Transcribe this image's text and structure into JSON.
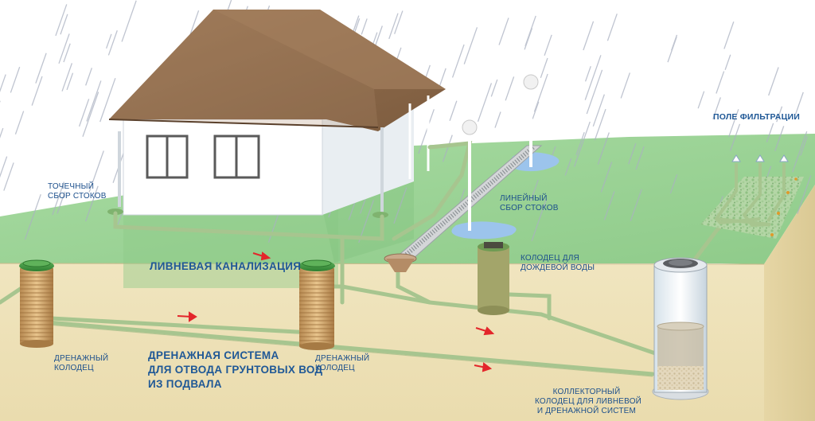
{
  "labels": {
    "point_collection": [
      "Точечный",
      "сбор стоков"
    ],
    "storm_sewer": "Ливневая канализация",
    "linear_collection": [
      "Линейный",
      "сбор стоков"
    ],
    "rainwater_well": [
      "Колодец для",
      "дождевой воды"
    ],
    "filtration_field": "Поле фильтрации",
    "drainage_well_left": [
      "Дренажный",
      "колодец"
    ],
    "drainage_system": [
      "Дренажная система",
      "для отвода грунтовых вод",
      "из подвала"
    ],
    "drainage_well_mid": [
      "Дренажный",
      "колодец"
    ],
    "collector_well": [
      "Коллекторный",
      "колодец для ливневой",
      "и дренажной систем"
    ]
  },
  "colors": {
    "sky": "#ffffff",
    "rain": "#aab1c1",
    "grass_top": "#9fd49a",
    "soil_front": "#ede0b4",
    "soil_side": "#e2d29f",
    "house_wall": "#ffffff",
    "roof": "#8d6a4b",
    "pipe": "#9fc28b",
    "water": "#9cc4ec",
    "label_text": "#1b4f8c",
    "arrow": "#e3262b"
  }
}
